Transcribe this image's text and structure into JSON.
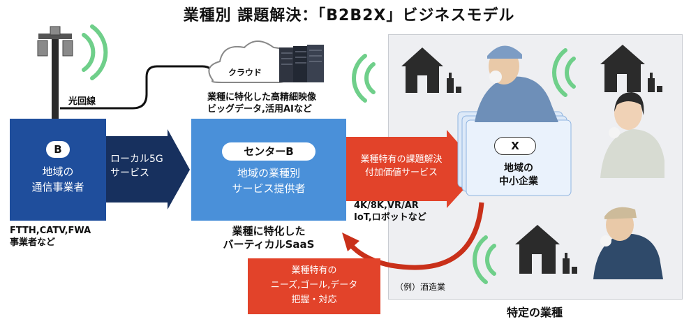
{
  "title": "業種別 課題解決：「B2B2X」ビジネスモデル",
  "left": {
    "fiber_label": "光回線",
    "badge": "B",
    "name_line1": "地域の",
    "name_line2": "通信事業者",
    "caption_line1": "FTTH,CATV,FWA",
    "caption_line2": "事業者など"
  },
  "local5g": {
    "line1": "ローカル5G",
    "line2": "サービス"
  },
  "cloud": {
    "label": "クラウド",
    "caption_line1": "業種に特化した高精細映像",
    "caption_line2": "ビッグデータ,活用AIなど"
  },
  "center": {
    "badge": "センターB",
    "name_line1": "地域の業種別",
    "name_line2": "サービス提供者",
    "caption_line1": "業種に特化した",
    "caption_line2": "バーティカルSaaS"
  },
  "value_arrow": {
    "line1": "業種特有の課題解決",
    "line2": "付加価値サービス"
  },
  "tech": {
    "line1": "4K/8K,VR/AR",
    "line2": "IoT,ロボットなど"
  },
  "feedback": {
    "line1": "業種特有の",
    "line2": "ニーズ,ゴール,データ",
    "line3": "把握・対応"
  },
  "right": {
    "badge": "X",
    "name_line1": "地域の",
    "name_line2": "中小企業",
    "example": "（例）酒造業",
    "caption": "特定の業種"
  },
  "colors": {
    "navy": "#1f4e9c",
    "blue": "#4a90d9",
    "red": "#e2432a",
    "wifi": "#6fcf8a"
  },
  "icons": [
    "antenna-tower-icon",
    "wifi-signal-icon",
    "cloud-icon",
    "server-rack-icon",
    "house-icon",
    "sake-bottle-icon",
    "worker-person-icon"
  ]
}
